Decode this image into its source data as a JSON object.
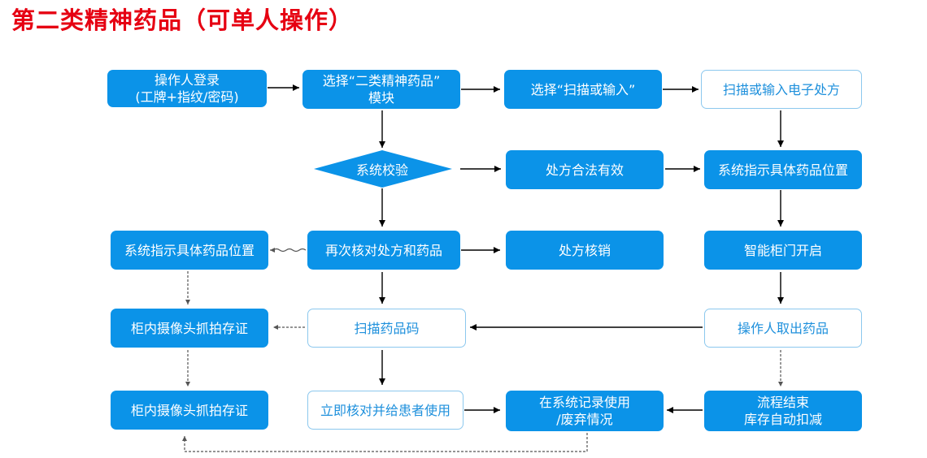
{
  "title": "第二类精神药品（可单人操作）",
  "nodes": {
    "login": "操作人登录\n(工牌+指纹/密码)",
    "select_module": "选择“二类精神药品”\n模块",
    "select_scan": "选择“扫描或输入”",
    "scan_input_rx": "扫描或输入电子处方",
    "system_check": "系统校验",
    "rx_valid": "处方合法有效",
    "locate_drug_right": "系统指示具体药品位置",
    "locate_drug_left": "系统指示具体药品位置",
    "recheck": "再次核对处方和药品",
    "rx_writeoff": "处方核销",
    "cabinet_open": "智能柜门开启",
    "camera_1": "柜内摄像头抓拍存证",
    "scan_code": "扫描药品码",
    "take_out": "操作人取出药品",
    "camera_2": "柜内摄像头抓拍存证",
    "verify_use": "立即核对并给患者使用",
    "record_use": "在系统记录使用\n/废弃情况",
    "end": "流程结束\n库存自动扣减"
  }
}
